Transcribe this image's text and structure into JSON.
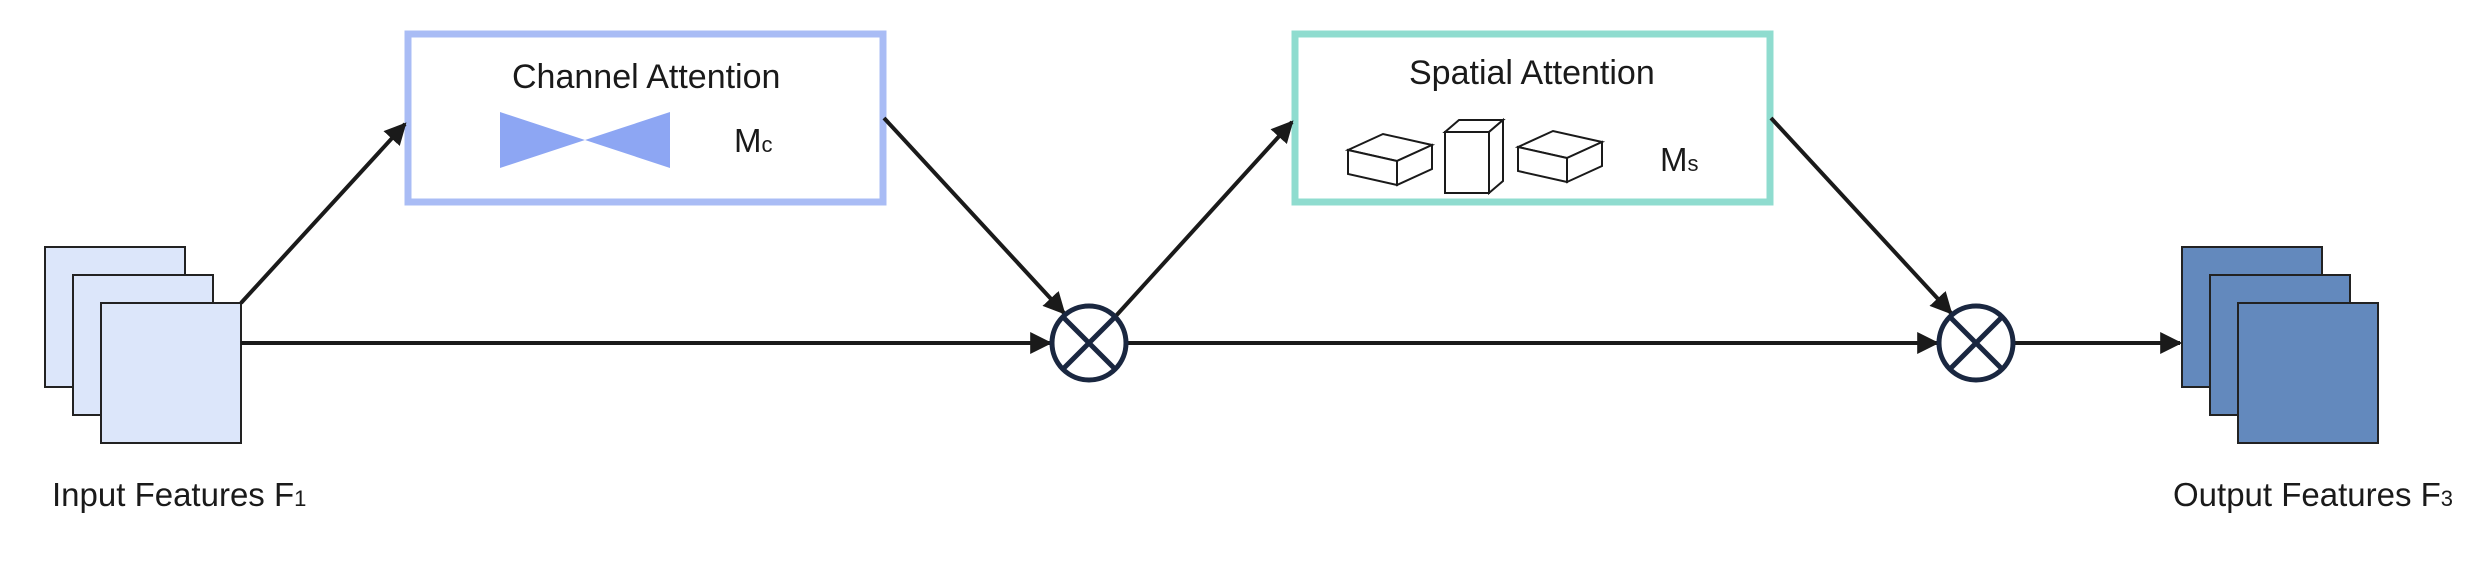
{
  "colors": {
    "line": "#1a1a1a",
    "channel_border": "#a9bcf5",
    "spatial_border": "#8fdccf",
    "bowtie": "#8da6f3",
    "input_fill": "#dce6fa",
    "output_fill": "#6389bd",
    "stack_border": "#222222",
    "multiply_stroke": "#1a2740"
  },
  "input": {
    "label_main": "Input Features F",
    "label_sub": "1"
  },
  "output": {
    "label_main": "Output Features F",
    "label_sub": "3"
  },
  "channel_attention": {
    "title": "Channel Attention",
    "map_main": "M",
    "map_sub": "c"
  },
  "spatial_attention": {
    "title": "Spatial Attention",
    "map_main": "M",
    "map_sub": "s"
  },
  "operators": [
    "element-wise-multiply",
    "element-wise-multiply"
  ]
}
